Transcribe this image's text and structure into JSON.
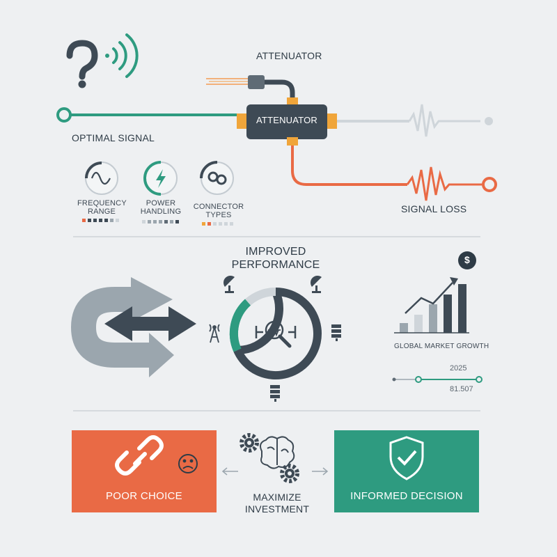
{
  "top": {
    "attenuator_caption": "ATTENUATOR",
    "attenuator_device_label": "ATTENUATOR",
    "optimal_signal": "OPTIMAL SIGNAL",
    "signal_loss": "SIGNAL LOSS",
    "specs": [
      {
        "label": "FREQUENCY RANGE",
        "icon": "waveform-icon"
      },
      {
        "label": "POWER HANDLING",
        "icon": "lightning-icon"
      },
      {
        "label": "CONNECTOR TYPES",
        "icon": "connector-icon"
      }
    ]
  },
  "middle": {
    "heading": "IMPROVED PERFORMANCE",
    "market_caption": "GLOBAL MARKET GROWTH",
    "year": "2025",
    "market_value": "81.507",
    "currency_symbol": "$"
  },
  "bottom": {
    "poor_choice": "POOR CHOICE",
    "informed_decision": "INFORMED DECISION",
    "center_caption": "MAXIMIZE INVESTMENT"
  },
  "colors": {
    "teal": "#2e9b80",
    "orange": "#e96a45",
    "slate": "#3e4a55",
    "gray": "#9ba6ae",
    "light_gray": "#cfd5da"
  }
}
